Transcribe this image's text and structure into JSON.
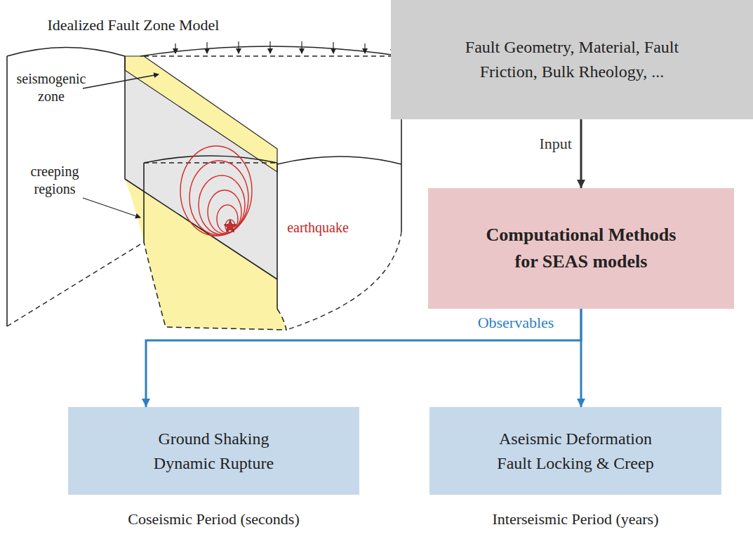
{
  "diagram": {
    "title": "Idealized Fault Zone Model",
    "nodes": [
      {
        "text": [
          "Fault Geometry, Material, Fault Friction, Bulk Rheology, ..."
        ]
      },
      {
        "text": [
          "Computational Methods for SEAS models"
        ]
      },
      {
        "text": [
          "Ground Shaking Dynamic Rupture",
          "Coseismic Period (seconds)"
        ]
      },
      {
        "text": [
          "Aseismic Deformation Fault Locking & Creep",
          "Interseismic Period (years)"
        ]
      }
    ],
    "edges": [
      {
        "from": 0,
        "to": 1,
        "arrow": "to",
        "label": "Input"
      },
      {
        "from": 1,
        "to": 2,
        "arrow": "to",
        "label": "Observables"
      },
      {
        "from": 1,
        "to": 3,
        "arrow": "to"
      }
    ],
    "labels": [
      "seismogenic zone",
      "creeping regions",
      "earthquake"
    ]
  }
}
